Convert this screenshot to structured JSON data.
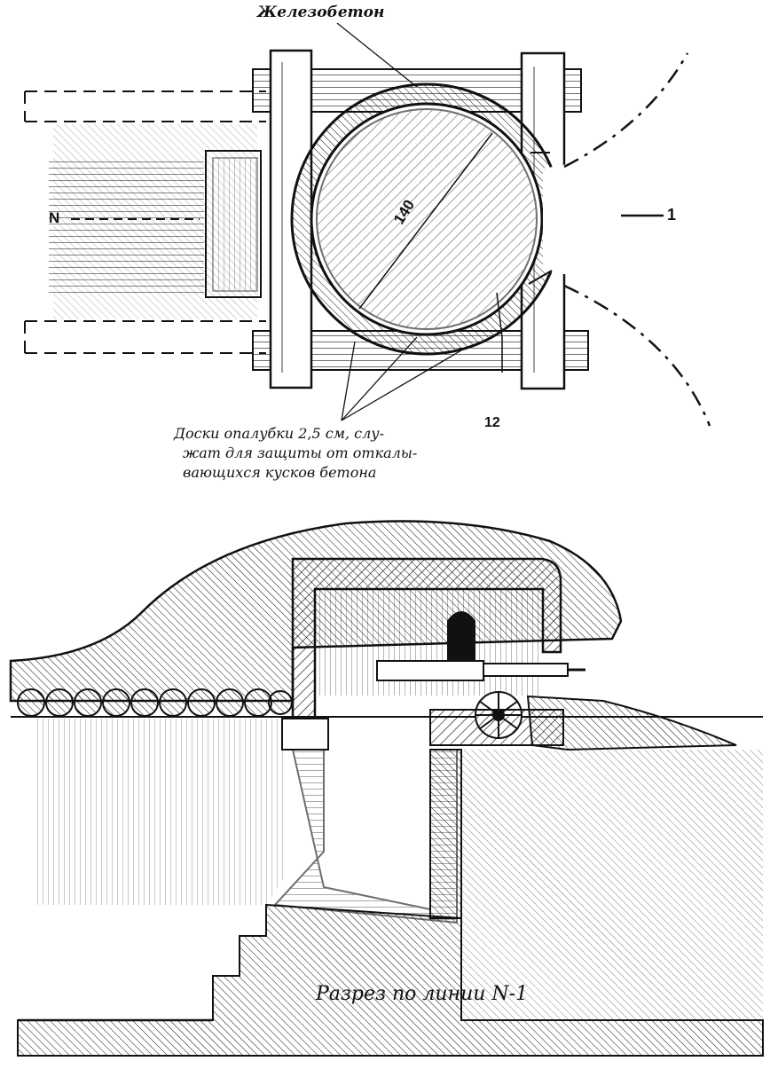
{
  "labels": {
    "material": "Железобетон",
    "section_start": "N",
    "section_end": "1",
    "diameter": "140",
    "callout": "12",
    "note_lines": [
      "Доски опалубки 2,5 см, слу-",
      "жат для защиты от откалы-",
      "вающихся кусков бетона"
    ],
    "caption": "Разрез по линии N-1"
  },
  "colors": {
    "ink": "#111111",
    "paper": "#ffffff"
  }
}
